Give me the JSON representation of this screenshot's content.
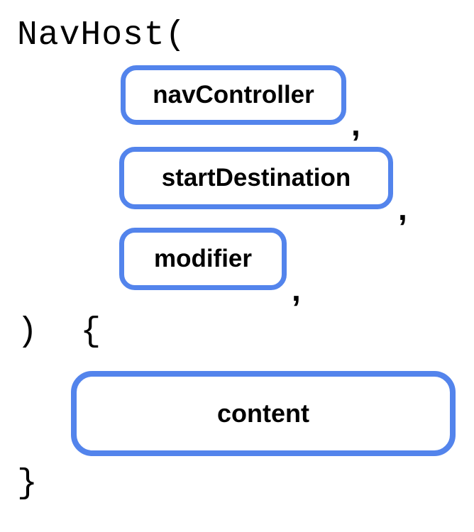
{
  "diagram": {
    "title_semantics": "NavHost composable signature diagram",
    "code_open": "NavHost(",
    "code_close_params": ")  {",
    "code_close_brace": "}",
    "comma": ",",
    "params": [
      {
        "label": "navController"
      },
      {
        "label": "startDestination"
      },
      {
        "label": "modifier"
      }
    ],
    "content_label": "content",
    "colors": {
      "box_border": "#5384ec",
      "text": "#000000",
      "background": "#ffffff"
    }
  }
}
